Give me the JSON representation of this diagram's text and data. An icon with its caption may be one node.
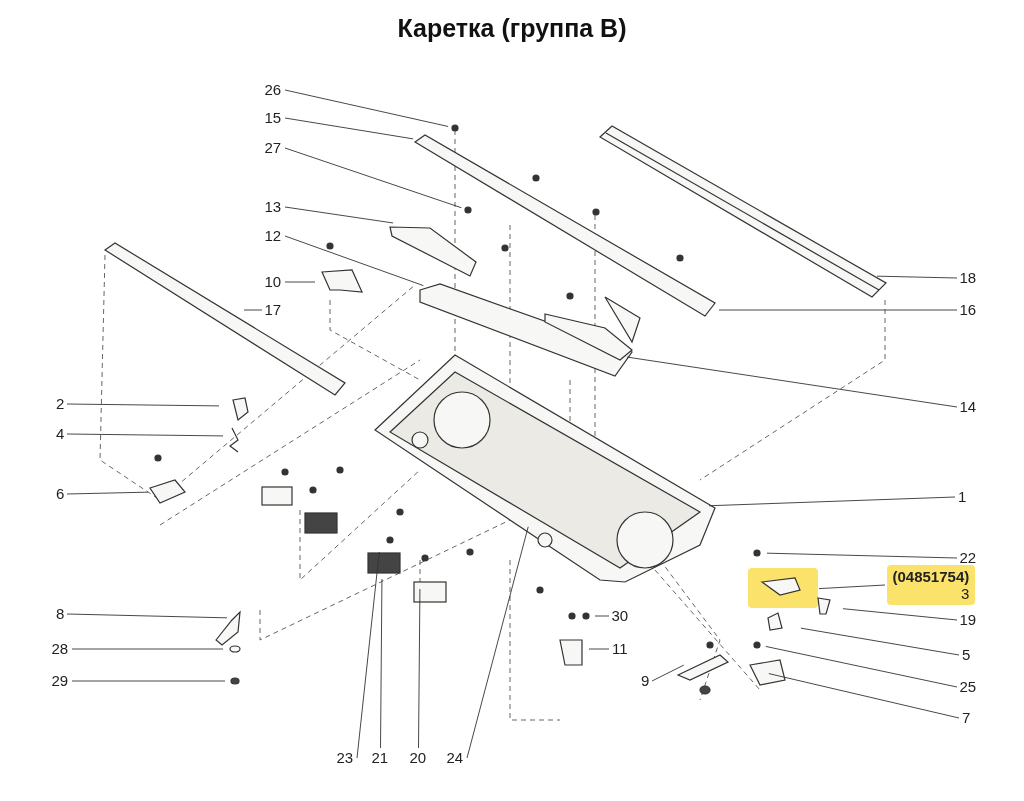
{
  "diagram": {
    "title": "Каретка (группа B)",
    "nodes": [
      {
        "text": [
          "26"
        ]
      },
      {
        "text": [
          "15"
        ]
      },
      {
        "text": [
          "27"
        ]
      },
      {
        "text": [
          "13"
        ]
      },
      {
        "text": [
          "12"
        ]
      },
      {
        "text": [
          "10"
        ]
      },
      {
        "text": [
          "17"
        ]
      },
      {
        "text": [
          "18"
        ]
      },
      {
        "text": [
          "16"
        ]
      },
      {
        "text": [
          "2"
        ]
      },
      {
        "text": [
          "14"
        ]
      },
      {
        "text": [
          "4"
        ]
      },
      {
        "text": [
          "6"
        ]
      },
      {
        "text": [
          "1"
        ]
      },
      {
        "text": [
          "22"
        ]
      },
      {
        "text": [
          "(04851754)",
          "3"
        ]
      },
      {
        "text": [
          "8"
        ]
      },
      {
        "text": [
          "30"
        ]
      },
      {
        "text": [
          "19"
        ]
      },
      {
        "text": [
          "28"
        ]
      },
      {
        "text": [
          "11"
        ]
      },
      {
        "text": [
          "5"
        ]
      },
      {
        "text": [
          "9"
        ]
      },
      {
        "text": [
          "29"
        ]
      },
      {
        "text": [
          "25"
        ]
      },
      {
        "text": [
          "7"
        ]
      },
      {
        "text": [
          "23"
        ]
      },
      {
        "text": [
          "21"
        ]
      },
      {
        "text": [
          "20"
        ]
      },
      {
        "text": [
          "24"
        ]
      }
    ],
    "edges": [
      {
        "from": 0,
        "to": null,
        "arrow": "none"
      },
      {
        "from": 1,
        "to": null,
        "arrow": "none"
      },
      {
        "from": 2,
        "to": null,
        "arrow": "none"
      },
      {
        "from": 3,
        "to": null,
        "arrow": "none"
      },
      {
        "from": 4,
        "to": null,
        "arrow": "none"
      },
      {
        "from": 5,
        "to": null,
        "arrow": "none"
      },
      {
        "from": 6,
        "to": null,
        "arrow": "none"
      },
      {
        "from": 7,
        "to": null,
        "arrow": "none"
      },
      {
        "from": 8,
        "to": null,
        "arrow": "none"
      },
      {
        "from": 9,
        "to": null,
        "arrow": "none"
      },
      {
        "from": 10,
        "to": null,
        "arrow": "none"
      },
      {
        "from": 11,
        "to": null,
        "arrow": "none"
      },
      {
        "from": 12,
        "to": null,
        "arrow": "none"
      },
      {
        "from": 13,
        "to": null,
        "arrow": "none"
      },
      {
        "from": 14,
        "to": null,
        "arrow": "none"
      },
      {
        "from": 15,
        "to": null,
        "arrow": "none"
      },
      {
        "from": 16,
        "to": null,
        "arrow": "none"
      },
      {
        "from": 17,
        "to": null,
        "arrow": "none"
      },
      {
        "from": 18,
        "to": null,
        "arrow": "none"
      },
      {
        "from": 19,
        "to": null,
        "arrow": "none"
      },
      {
        "from": 20,
        "to": null,
        "arrow": "none"
      },
      {
        "from": 21,
        "to": null,
        "arrow": "none"
      },
      {
        "from": 22,
        "to": null,
        "arrow": "none"
      },
      {
        "from": 23,
        "to": null,
        "arrow": "none"
      },
      {
        "from": 24,
        "to": null,
        "arrow": "none"
      },
      {
        "from": 25,
        "to": null,
        "arrow": "none"
      },
      {
        "from": 26,
        "to": null,
        "arrow": "none"
      },
      {
        "from": 27,
        "to": null,
        "arrow": "none"
      },
      {
        "from": 28,
        "to": null,
        "arrow": "none"
      },
      {
        "from": 29,
        "to": null,
        "arrow": "none"
      }
    ]
  }
}
